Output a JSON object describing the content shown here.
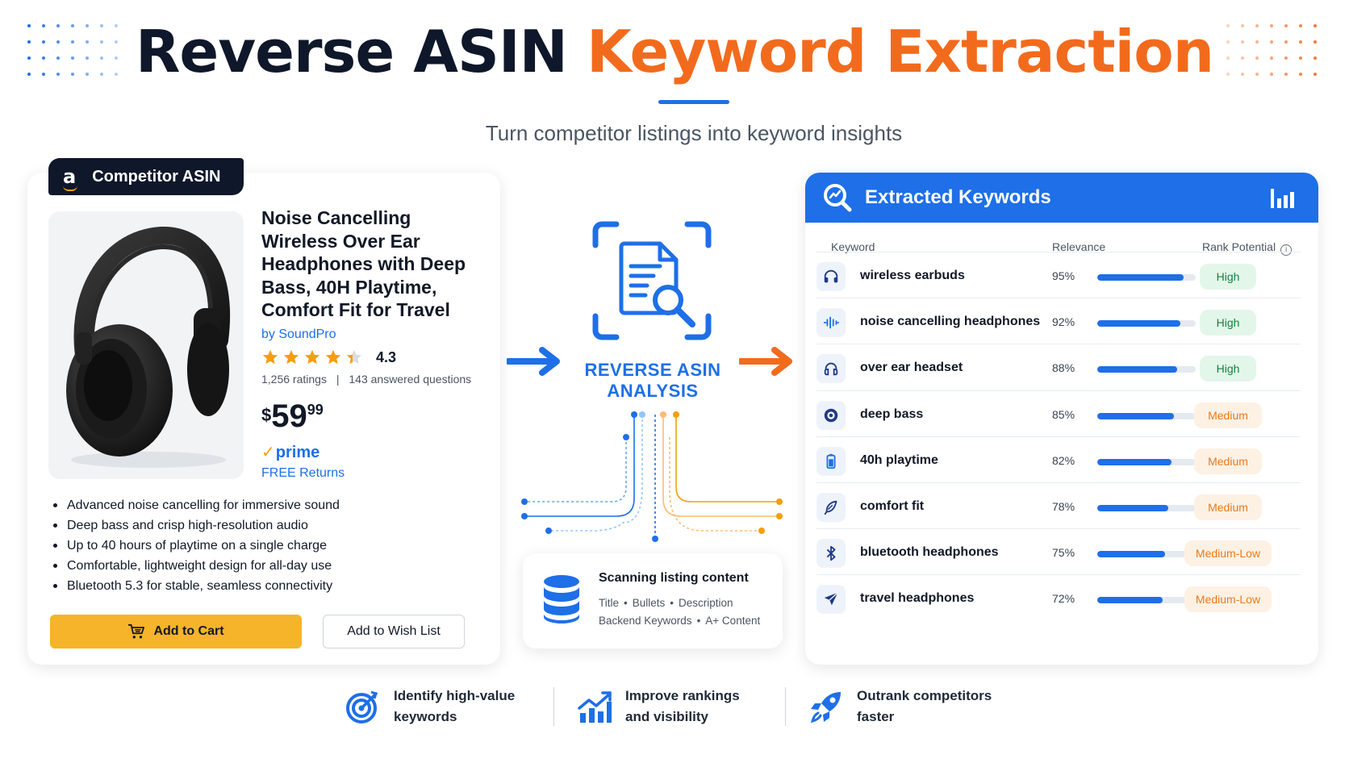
{
  "header": {
    "title_main": "Reverse ASIN",
    "title_accent": "Keyword Extraction",
    "subtitle": "Turn competitor listings into keyword insights"
  },
  "colors": {
    "primary": "#1e6fe8",
    "accent": "#f26b1d",
    "dark": "#0f172a",
    "cart": "#f5b42a"
  },
  "product": {
    "tag": "Competitor ASIN",
    "tag_icon": "amazon-logo",
    "title": "Noise Cancelling Wireless Over Ear Headphones with Deep Bass, 40H Playtime, Comfort Fit for Travel",
    "brand": "by SoundPro",
    "rating_stars": 4.3,
    "rating": "4.3",
    "ratings_count": "1,256 ratings",
    "answered": "143 answered questions",
    "price_currency": "$",
    "price_whole": "59",
    "price_fraction": "99",
    "prime": "prime",
    "returns": "FREE Returns",
    "bullets": [
      "Advanced noise cancelling for immersive sound",
      "Deep bass and crisp high-resolution audio",
      "Up to 40 hours of playtime on a single charge",
      "Comfortable, lightweight design for all-day use",
      "Bluetooth 5.3 for stable, seamless connectivity"
    ],
    "add_to_cart": "Add to Cart",
    "add_to_wishlist": "Add to Wish List"
  },
  "analysis": {
    "label_line1": "REVERSE ASIN",
    "label_line2": "ANALYSIS",
    "scan_title": "Scanning listing content",
    "scan_items_row1": [
      "Title",
      "Bullets",
      "Description"
    ],
    "scan_items_row2": [
      "Backend Keywords",
      "A+ Content"
    ]
  },
  "keywords": {
    "title": "Extracted Keywords",
    "col_keyword": "Keyword",
    "col_relevance": "Relevance",
    "col_rank": "Rank Potential",
    "rows": [
      {
        "icon": "headphones-icon",
        "keyword": "wireless earbuds",
        "relevance": "95%",
        "relevance_value": 0.95,
        "rank": "High",
        "level": "high"
      },
      {
        "icon": "soundwave-icon",
        "keyword": "noise cancelling headphones",
        "relevance": "92%",
        "relevance_value": 0.92,
        "rank": "High",
        "level": "high"
      },
      {
        "icon": "headset-icon",
        "keyword": "over ear headset",
        "relevance": "88%",
        "relevance_value": 0.88,
        "rank": "High",
        "level": "high"
      },
      {
        "icon": "speaker-icon",
        "keyword": "deep bass",
        "relevance": "85%",
        "relevance_value": 0.85,
        "rank": "Medium",
        "level": "medium"
      },
      {
        "icon": "battery-icon",
        "keyword": "40h playtime",
        "relevance": "82%",
        "relevance_value": 0.82,
        "rank": "Medium",
        "level": "medium"
      },
      {
        "icon": "feather-icon",
        "keyword": "comfort fit",
        "relevance": "78%",
        "relevance_value": 0.78,
        "rank": "Medium",
        "level": "medium"
      },
      {
        "icon": "bluetooth-icon",
        "keyword": "bluetooth headphones",
        "relevance": "75%",
        "relevance_value": 0.75,
        "rank": "Medium-Low",
        "level": "medium"
      },
      {
        "icon": "airplane-icon",
        "keyword": "travel headphones",
        "relevance": "72%",
        "relevance_value": 0.72,
        "rank": "Medium-Low",
        "level": "medium"
      }
    ]
  },
  "features": [
    {
      "icon": "target-icon",
      "text": "Identify high-value keywords"
    },
    {
      "icon": "growth-chart-icon",
      "text": "Improve rankings and visibility"
    },
    {
      "icon": "rocket-icon",
      "text": "Outrank competitors faster"
    }
  ]
}
